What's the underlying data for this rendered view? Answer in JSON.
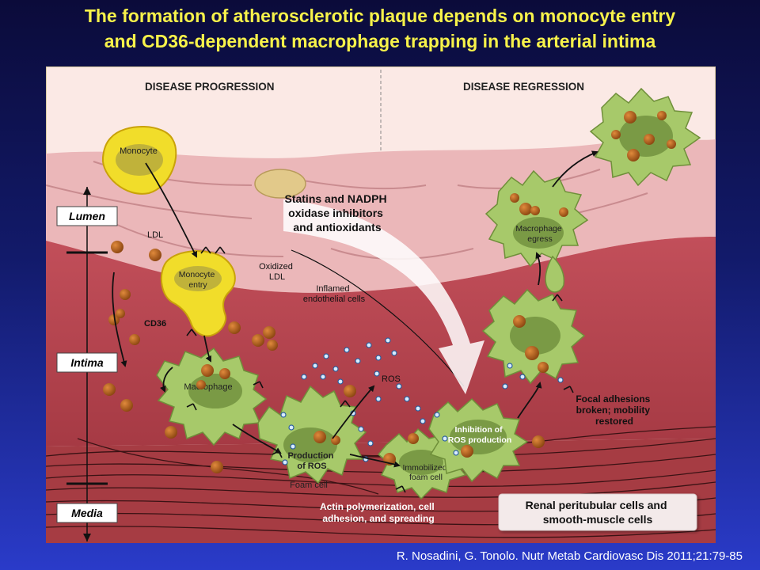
{
  "title_line1": "The formation of atherosclerotic plaque depends on monocyte entry",
  "title_line2": "and CD36-dependent macrophage trapping in the arterial intima",
  "citation": "R. Nosadini, G. Tonolo. Nutr Metab Cardiovasc Dis 2011;21:79-85",
  "headers": {
    "progression": "DISEASE PROGRESSION",
    "regression": "DISEASE REGRESSION"
  },
  "layers": {
    "lumen": "Lumen",
    "intima": "Intima",
    "media": "Media"
  },
  "labels": {
    "monocyte": "Monocyte",
    "monocyte_entry": [
      "Monocyte",
      "entry"
    ],
    "ldl": "LDL",
    "oxidized_ldl": [
      "Oxidized",
      "LDL"
    ],
    "inflamed_endothelial": [
      "Inflamed",
      "endothelial cells"
    ],
    "cd36": "CD36",
    "macrophage": "Macrophage",
    "ros": "ROS",
    "production_of_ros": [
      "Production",
      "of ROS"
    ],
    "foam_cell": "Foam cell",
    "immobilized_foam_cell": [
      "Immobilized",
      "foam cell"
    ],
    "inhibition_of_ros": [
      "Inhibition of",
      "ROS production"
    ],
    "macrophage_egress": [
      "Macrophage",
      "egress"
    ],
    "focal_adhesions": [
      "Focal adhesions",
      "broken; mobility",
      "restored"
    ],
    "actin_polymerization": [
      "Actin polymerization, cell",
      "adhesion, and spreading"
    ],
    "statins": [
      "Statins and NADPH",
      "oxidase inhibitors",
      "and antioxidants"
    ],
    "renal_peritubular": [
      "Renal peritubular cells and",
      "smooth-muscle cells"
    ]
  },
  "colors": {
    "intima": "#b7434f",
    "endothelium": "#eab7b8",
    "media": "#a83e45",
    "cell_green": "#a7c96a",
    "monocyte_yellow": "#f1dd2a",
    "ldl_brown": "#b1641f",
    "ros_blue": "#4e86c6",
    "title_yellow": "#f7f24a"
  }
}
